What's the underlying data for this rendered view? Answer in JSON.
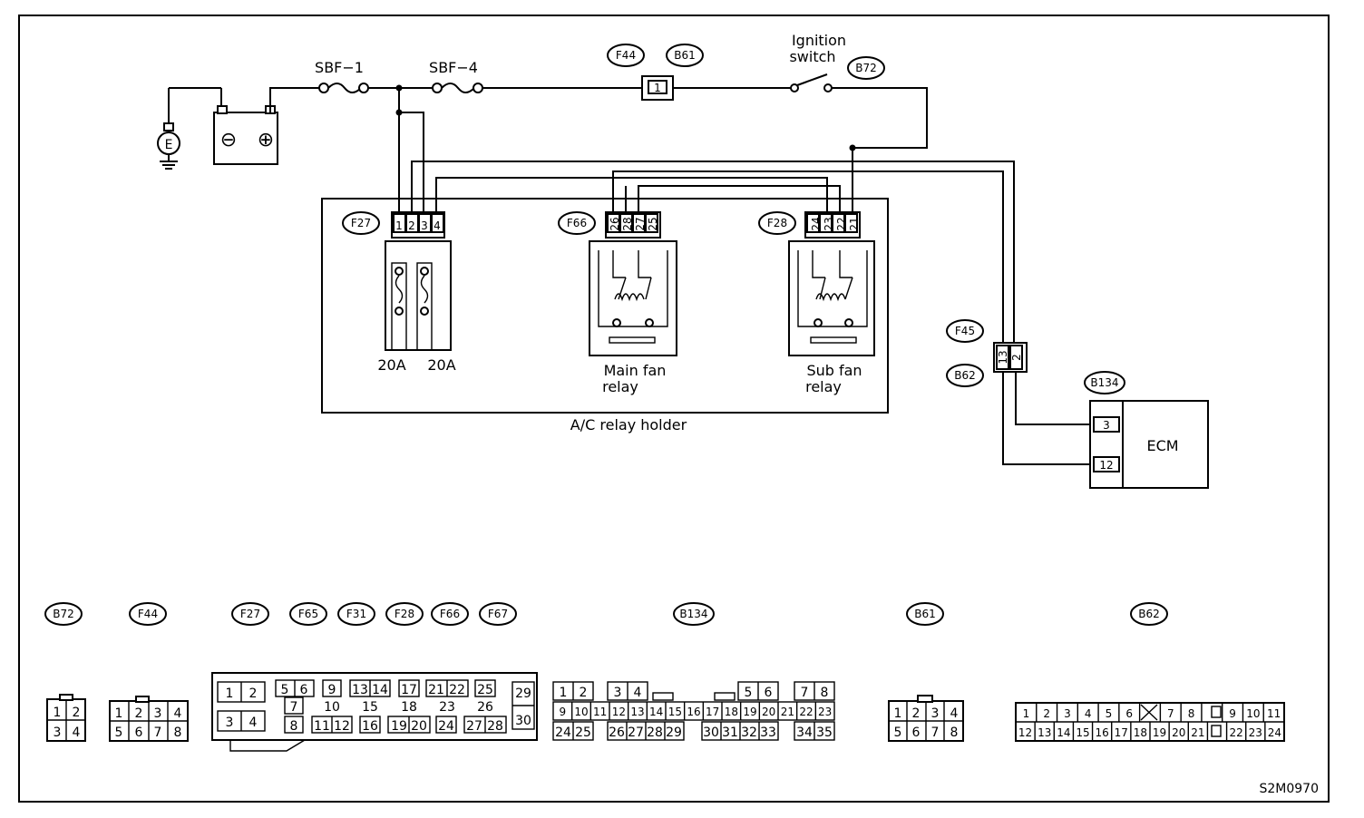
{
  "fuses": [
    {
      "id": "sbf1",
      "label": "SBF−1"
    },
    {
      "id": "sbf4",
      "label": "SBF−4"
    }
  ],
  "ground_label": "E",
  "battery": {
    "minus": "⊖",
    "plus": "⊕"
  },
  "inline_connector": {
    "pin": "1"
  },
  "ignition_switch": {
    "label_line1": "Ignition",
    "label_line2": "switch"
  },
  "connector_ids": {
    "f44": "F44",
    "b61": "B61",
    "b72": "B72",
    "f27": "F27",
    "f66": "F66",
    "f28": "F28",
    "f45": "F45",
    "b62": "B62",
    "b134": "B134"
  },
  "relay_holder": {
    "label": "A/C relay holder",
    "f27_pins": [
      "1",
      "2",
      "3",
      "4"
    ],
    "f66_pins": [
      "26",
      "28",
      "27",
      "25"
    ],
    "f28_pins": [
      "24",
      "23",
      "22",
      "21"
    ],
    "fuse_ratings": [
      "20A",
      "20A"
    ],
    "main_fan_relay": [
      "Main fan",
      "relay"
    ],
    "sub_fan_relay": [
      "Sub fan",
      "relay"
    ]
  },
  "f45_pins": [
    "13",
    "2"
  ],
  "ecm": {
    "label": "ECM",
    "pins": [
      "3",
      "12"
    ]
  },
  "legend_ids": [
    "B72",
    "F44",
    "F27",
    "F65",
    "F31",
    "F28",
    "F66",
    "F67",
    "B134",
    "B61",
    "B62"
  ],
  "legend_connectors": {
    "b72": {
      "row1": [
        "1",
        "2"
      ],
      "row2": [
        "3",
        "4"
      ]
    },
    "f44": {
      "row1": [
        "1",
        "2",
        "3",
        "4"
      ],
      "row2": [
        "5",
        "6",
        "7",
        "8"
      ]
    },
    "big": {
      "c1a": [
        "1",
        "2"
      ],
      "c1b": [
        "3",
        "4"
      ],
      "c2a": [
        "5",
        "6"
      ],
      "c2b": "7",
      "c2c": "8",
      "c3a": "9",
      "c3b": "10",
      "c3c": [
        "11",
        "12"
      ],
      "c4a": [
        "13",
        "14"
      ],
      "c4b": "15",
      "c4c": "16",
      "c5a": "17",
      "c5b": "18",
      "c5c": [
        "19",
        "20"
      ],
      "c6a": [
        "21",
        "22"
      ],
      "c6b": "23",
      "c6c": "24",
      "c7a": "25",
      "c7b": "26",
      "c7c": [
        "27",
        "28"
      ],
      "c8a": "29",
      "c8b": "30"
    },
    "b134": {
      "row1a": [
        "1",
        "2"
      ],
      "row1b": [
        "3",
        "4"
      ],
      "row1c": [
        "5",
        "6"
      ],
      "row1d": [
        "7",
        "8"
      ],
      "row2": [
        "9",
        "10",
        "11",
        "12",
        "13",
        "14",
        "15",
        "16",
        "17",
        "18",
        "19",
        "20",
        "21",
        "22",
        "23"
      ],
      "row3a": [
        "24",
        "25"
      ],
      "row3b": [
        "26",
        "27",
        "28",
        "29"
      ],
      "row3c": [
        "30",
        "31",
        "32",
        "33"
      ],
      "row3d": [
        "34",
        "35"
      ]
    },
    "b61": {
      "row1": [
        "1",
        "2",
        "3",
        "4"
      ],
      "row2": [
        "5",
        "6",
        "7",
        "8"
      ]
    },
    "b62": {
      "row1a": [
        "1",
        "2",
        "3",
        "4",
        "5",
        "6"
      ],
      "row1b": [
        "7",
        "8"
      ],
      "row1c": [
        "9",
        "10",
        "11"
      ],
      "row2a": [
        "12",
        "13",
        "14",
        "15",
        "16",
        "17",
        "18",
        "19",
        "20",
        "21"
      ],
      "row2b": [
        "22",
        "23",
        "24"
      ]
    }
  },
  "figure_code": "S2M0970"
}
